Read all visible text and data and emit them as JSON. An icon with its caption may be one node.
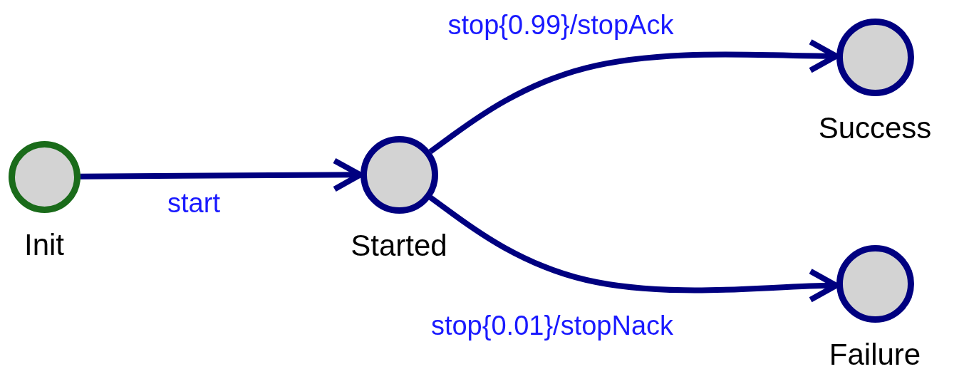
{
  "diagram": {
    "nodes": [
      {
        "text": [
          "Init"
        ]
      },
      {
        "text": [
          "Started"
        ]
      },
      {
        "text": [
          "Success"
        ]
      },
      {
        "text": [
          "Failure"
        ]
      }
    ],
    "edges": [
      {
        "from": 0,
        "to": 1,
        "arrow": "to",
        "label": "start"
      },
      {
        "from": 1,
        "to": 2,
        "arrow": "to",
        "label": "stop{0.99}/stopAck"
      },
      {
        "from": 1,
        "to": 3,
        "arrow": "to",
        "label": "stop{0.01}/stopNack"
      }
    ]
  }
}
